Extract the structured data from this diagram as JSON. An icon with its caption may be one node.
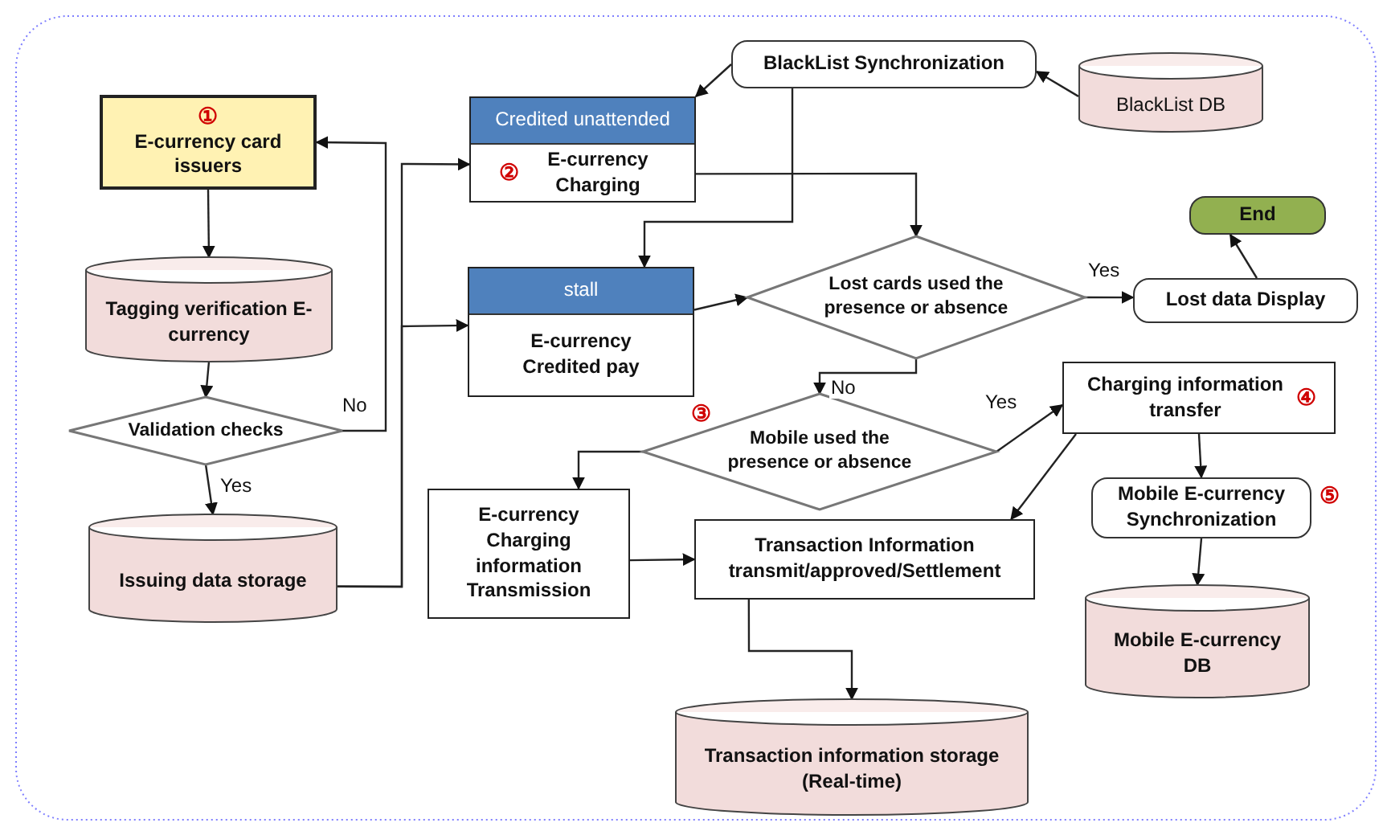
{
  "diagram": {
    "nodes": [
      {
        "text": [
          "①",
          "E-currency card issuers"
        ]
      },
      {
        "text": [
          "Tagging verification E-currency"
        ]
      },
      {
        "text": [
          "Validation checks"
        ]
      },
      {
        "text": [
          "Issuing data storage"
        ]
      },
      {
        "text": [
          "Credited unattended",
          "②",
          "E-currency Charging"
        ]
      },
      {
        "text": [
          "stall",
          "E-currency Credited pay"
        ]
      },
      {
        "text": [
          "BlackList Synchronization"
        ]
      },
      {
        "text": [
          "BlackList DB"
        ]
      },
      {
        "text": [
          "Lost cards used the presence or absence"
        ]
      },
      {
        "text": [
          "End"
        ]
      },
      {
        "text": [
          "Lost data Display"
        ]
      },
      {
        "text": [
          "Mobile used the presence or absence"
        ],
        "beside": [
          "③"
        ]
      },
      {
        "text": [
          "Charging information transfer",
          "④"
        ]
      },
      {
        "text": [
          "Mobile E-currency Synchronization"
        ],
        "beside": [
          "⑤"
        ]
      },
      {
        "text": [
          "Mobile E-currency DB"
        ]
      },
      {
        "text": [
          "E-currency Charging information Transmission"
        ]
      },
      {
        "text": [
          "Transaction Information transmit/approved/Settlement"
        ]
      },
      {
        "text": [
          "Transaction information storage (Real-time)"
        ]
      }
    ],
    "edges": [
      {
        "from": 0,
        "to": 1,
        "arrow": "to"
      },
      {
        "from": 1,
        "to": 2,
        "arrow": "to"
      },
      {
        "from": 2,
        "to": 3,
        "arrow": "to",
        "label": "Yes"
      },
      {
        "from": 2,
        "to": 0,
        "arrow": "to",
        "label": "No"
      },
      {
        "from": 3,
        "to": 4,
        "arrow": "to"
      },
      {
        "from": 3,
        "to": 5,
        "arrow": "to"
      },
      {
        "from": 6,
        "to": 4,
        "arrow": "to"
      },
      {
        "from": 7,
        "to": 6,
        "arrow": "to"
      },
      {
        "from": 6,
        "to": 5,
        "arrow": "to"
      },
      {
        "from": 4,
        "to": 8,
        "arrow": "to"
      },
      {
        "from": 5,
        "to": 8,
        "arrow": "to"
      },
      {
        "from": 8,
        "to": 10,
        "arrow": "to",
        "label": "Yes"
      },
      {
        "from": 10,
        "to": 9,
        "arrow": "to"
      },
      {
        "from": 8,
        "to": 11,
        "arrow": "to",
        "label": "No"
      },
      {
        "from": 11,
        "to": 12,
        "arrow": "to",
        "label": "Yes"
      },
      {
        "from": 11,
        "to": 15,
        "arrow": "to"
      },
      {
        "from": 12,
        "to": 16,
        "arrow": "to"
      },
      {
        "from": 12,
        "to": 13,
        "arrow": "to"
      },
      {
        "from": 13,
        "to": 14,
        "arrow": "to"
      },
      {
        "from": 15,
        "to": 16,
        "arrow": "to"
      },
      {
        "from": 16,
        "to": 17,
        "arrow": "to"
      }
    ]
  }
}
